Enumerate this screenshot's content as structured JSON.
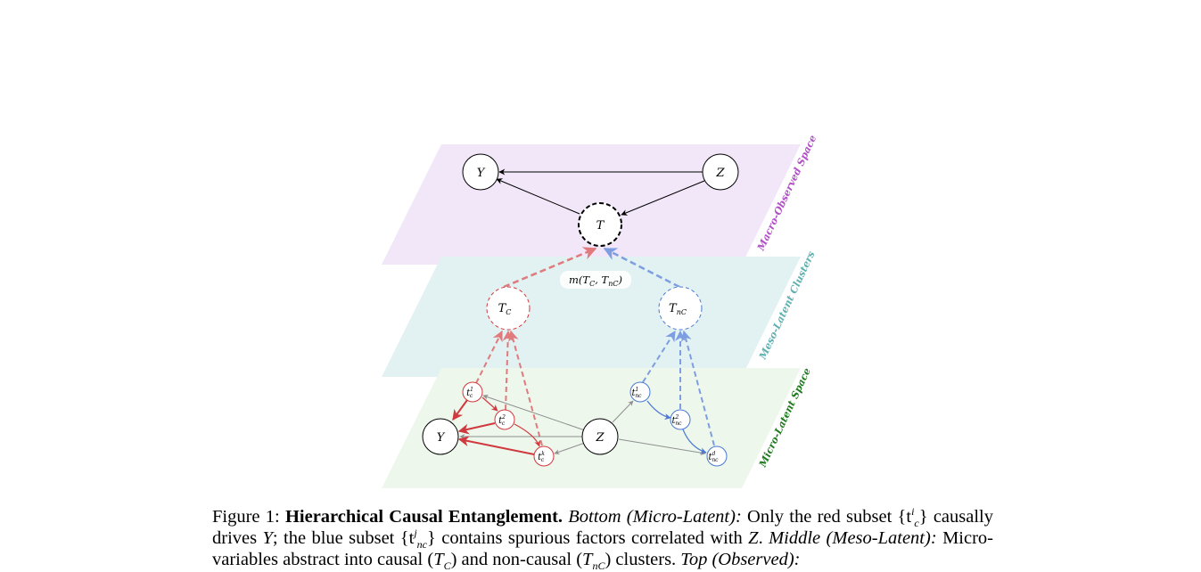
{
  "layers": {
    "macro_label": "Macro-Observed Space",
    "meso_label": "Meso-Latent Clusters",
    "micro_label": "Micro-Latent Space"
  },
  "colors": {
    "macro_fill": "#f1e7f8",
    "meso_fill": "#e2f1f1",
    "micro_fill": "#edf7ec",
    "macro_text": "#b14fc7",
    "meso_text": "#5fb0b0",
    "micro_text": "#1f7a1f",
    "causal": "#d0393d",
    "noncausal": "#4a78d4",
    "neutral": "#8f8f8f"
  },
  "nodes": {
    "macro_y": "Y",
    "macro_z": "Z",
    "macro_t": "T",
    "meso_tc": "T",
    "meso_tc_sub": "C",
    "meso_tnc": "T",
    "meso_tnc_sub": "nC",
    "mapping": "m(T_C, T_nC)",
    "micro_y": "Y",
    "micro_z": "Z",
    "tc1": "t",
    "tc1_sup": "1",
    "tc1_sub": "c",
    "tc2": "t",
    "tc2_sup": "2",
    "tc2_sub": "c",
    "tck": "t",
    "tck_sup": "k",
    "tck_sub": "c",
    "tnc1": "t",
    "tnc1_sup": "1",
    "tnc1_sub": "nc",
    "tnc2": "t",
    "tnc2_sup": "2",
    "tnc2_sub": "nc",
    "tncd": "t",
    "tncd_sup": "d",
    "tncd_sub": "nc"
  },
  "caption": {
    "prefix": "Figure 1: ",
    "title": "Hierarchical Causal Entanglement.",
    "bottom_label": "Bottom (Micro-Latent):",
    "bottom_text_1": "Only the red subset {t",
    "bottom_text_1_sup": "i",
    "bottom_text_1_sub": "c",
    "bottom_text_2": "} causally drives ",
    "y": "Y",
    "bottom_text_3": "; the blue subset {t",
    "bottom_text_3_sup": "j",
    "bottom_text_3_sub": "nc",
    "bottom_text_4": "} contains spurious factors correlated with ",
    "z": "Z",
    "bottom_text_5": ". ",
    "middle_label": "Middle (Meso-Latent):",
    "middle_text_1": " Micro-variables abstract into causal (",
    "tc": "T",
    "tc_sub": "C",
    "middle_text_2": ") and non-causal (",
    "tnc": "T",
    "tnc_sub": "nC",
    "middle_text_3": ") clusters. ",
    "top_label": "Top (Observed):"
  }
}
